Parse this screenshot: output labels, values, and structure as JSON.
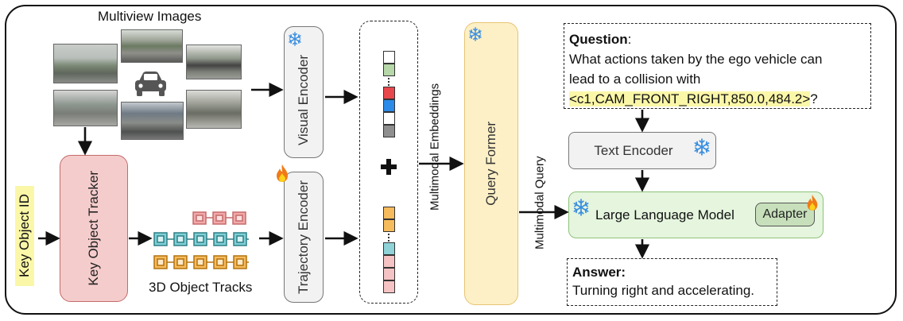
{
  "labels": {
    "multiview_images": "Multiview Images",
    "key_object_id": "Key Object ID",
    "key_object_tracker": "Key Object Tracker",
    "object_tracks": "3D Object Tracks",
    "visual_encoder": "Visual Encoder",
    "trajectory_encoder": "Trajectory Encoder",
    "multimodal_embeddings": "Multimodal Embeddings",
    "query_former": "Query Former",
    "multimodal_query": "Multimodal Query",
    "text_encoder": "Text Encoder",
    "llm": "Large Language Model",
    "adapter": "Adapter"
  },
  "question": {
    "heading": "Question",
    "line1": "What actions taken by the ego vehicle can",
    "line2": "lead to a collision with",
    "highlight": "<c1,CAM_FRONT_RIGHT,850.0,484.2>",
    "suffix": "?"
  },
  "answer": {
    "heading": "Answer:",
    "text": "Turning right and accelerating."
  },
  "icons": {
    "frozen": "snowflake-icon",
    "trainable": "flame-icon",
    "vehicle": "car-icon"
  },
  "colors": {
    "tracker_fill": "#f5cccc",
    "encoder_fill": "#f2f2f2",
    "query_former_fill": "#fdf0c6",
    "llm_fill": "#e5f5de",
    "adapter_fill": "#c7e0bb",
    "highlight": "#fbf7a8",
    "snowflake": "#3b8fe0",
    "flame": "#f07a17"
  }
}
